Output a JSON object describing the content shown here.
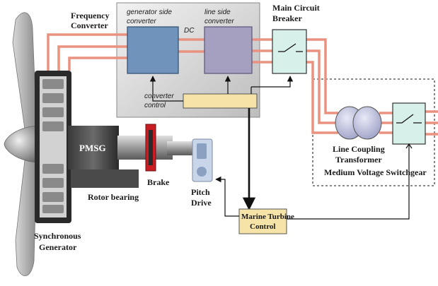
{
  "labels": {
    "frequency_converter_line1": "Frequency",
    "frequency_converter_line2": "Converter",
    "generator_side_line1": "generator side",
    "generator_side_line2": "converter",
    "dc": "DC",
    "line_side_line1": "line side",
    "line_side_line2": "converter",
    "main_breaker_line1": "Main Circuit",
    "main_breaker_line2": "Breaker",
    "converter_control_line1": "converter",
    "converter_control_line2": "control",
    "pmsg": "PMSG",
    "brake": "Brake",
    "rotor_bearing": "Rotor bearing",
    "pitch_drive_line1": "Pitch",
    "pitch_drive_line2": "Drive",
    "synchronous_generator_line1": "Synchronous",
    "synchronous_generator_line2": "Generator",
    "line_coupling_line1": "Line Coupling",
    "line_coupling_line2": "Transformer",
    "mv_switchgear": "Medium Voltage Switchgear",
    "turbine_control_line1": "Marine Turbine",
    "turbine_control_line2": "Control"
  },
  "colors": {
    "power_line": "#e9927f",
    "generator_side_converter": "#6f93ba",
    "line_side_converter": "#a6a0c0",
    "breaker": "#d8f0ea",
    "control_box": "#f6e3a8",
    "converter_panel": "#d6d6d6",
    "brake": "#c81e23",
    "transformer": "#c9cbe6"
  }
}
